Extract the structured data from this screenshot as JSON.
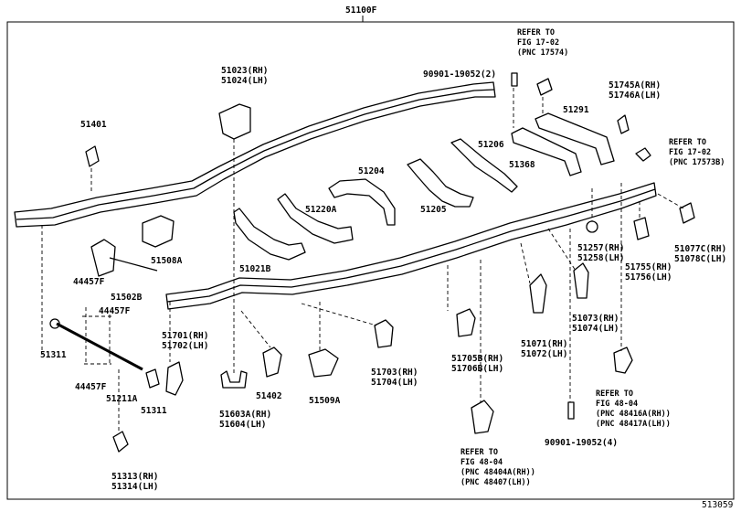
{
  "assembly_label": "51100F",
  "diagram_id": "513059",
  "labels": {
    "p51401": "51401",
    "p51023": [
      "51023(RH)",
      "51024(LH)"
    ],
    "bolt_90901_top": "90901-19052(2)",
    "ref_17574": [
      "REFER TO",
      "FIG 17-02",
      "(PNC 17574)"
    ],
    "p51745": [
      "51745A(RH)",
      "51746A(LH)"
    ],
    "p51291": "51291",
    "ref_17573b": [
      "REFER TO",
      "FIG 17-02",
      "(PNC 17573B)"
    ],
    "p51206": "51206",
    "p51368": "51368",
    "p51204": "51204",
    "p51220a": "51220A",
    "p51205": "51205",
    "p51508a": "51508A",
    "p44457f_a": "44457F",
    "p51502b": "51502B",
    "p44457f_b": "44457F",
    "p51021b": "51021B",
    "p51257": [
      "51257(RH)",
      "51258(LH)"
    ],
    "p51755": [
      "51755(RH)",
      "51756(LH)"
    ],
    "p51077c": [
      "51077C(RH)",
      "51078C(LH)"
    ],
    "p51073": [
      "51073(RH)",
      "51074(LH)"
    ],
    "p51311_a": "51311",
    "p51701": [
      "51701(RH)",
      "51702(LH)"
    ],
    "p44457f_c": "44457F",
    "p51211a": "51211A",
    "p51311_b": "51311",
    "p51603a": [
      "51603A(RH)",
      "51604(LH)"
    ],
    "p51402": "51402",
    "p51509a": "51509A",
    "p51703": [
      "51703(RH)",
      "51704(LH)"
    ],
    "p51705b": [
      "51705B(RH)",
      "51706B(LH)"
    ],
    "p51071": [
      "51071(RH)",
      "51072(LH)"
    ],
    "ref_48404a": [
      "REFER TO",
      "FIG 48-04",
      "(PNC 48416A(RH))",
      "(PNC 48417A(LH))"
    ],
    "bolt_90901_bottom": "90901-19052(4)",
    "ref_48416a": [
      "REFER TO",
      "FIG 48-04",
      "(PNC 48404A(RH))",
      "(PNC 48407(LH))"
    ],
    "p51313": [
      "51313(RH)",
      "51314(LH)"
    ]
  }
}
